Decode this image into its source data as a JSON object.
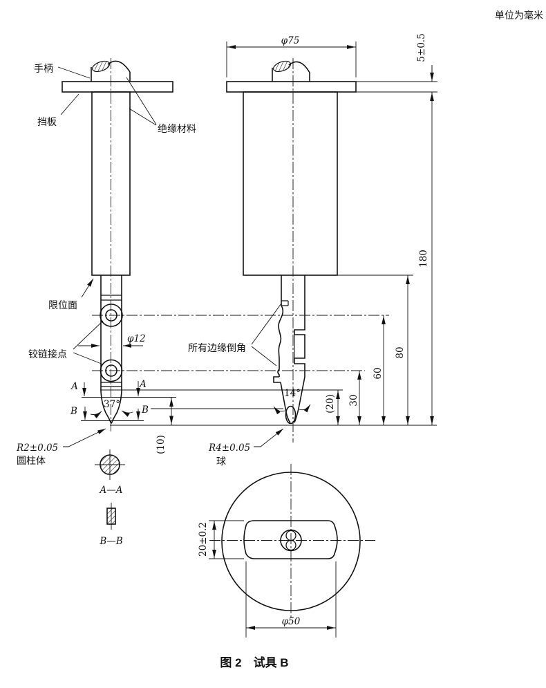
{
  "unit_note": "单位为毫米",
  "caption": "图 2　试具 B",
  "left_view": {
    "handle": "手柄",
    "baffle": "挡板",
    "insulation": "绝缘材料",
    "stop_face": "限位面",
    "hinge_joints": "铰链接点",
    "shaft_dia": "φ12",
    "tip_angle": "37°",
    "tip_radius": "R2±0.05",
    "cylinder": "圆柱体",
    "dim_10": "(10)",
    "mark_a": "A",
    "mark_b": "B",
    "section_aa": "A—A",
    "section_bb": "B—B"
  },
  "right_view": {
    "plate_dia": "φ75",
    "plate_thickness": "5±0.5",
    "chamfer_note": "所有边缘倒角",
    "tip_angle": "14°",
    "ball_radius": "R4±0.05",
    "ball": "球",
    "dim_180": "180",
    "dim_80": "80",
    "dim_60": "60",
    "dim_30": "30",
    "dim_20": "(20)"
  },
  "bottom_view": {
    "width": "20±0.2",
    "dia": "φ50"
  },
  "colors": {
    "ink": "#111111",
    "paper": "#ffffff"
  }
}
